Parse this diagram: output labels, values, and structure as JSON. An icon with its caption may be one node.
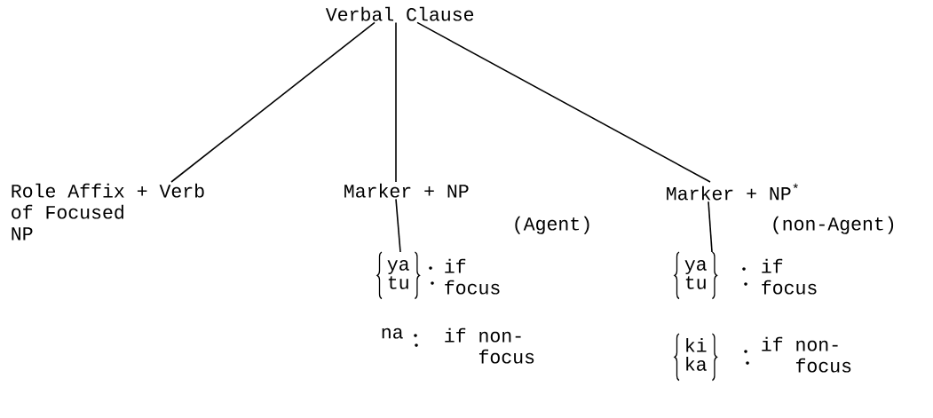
{
  "diagram": {
    "nodes": [
      {
        "text": [
          "Verbal Clause"
        ]
      },
      {
        "text": [
          "Role Affix + Verb of Focused NP"
        ]
      },
      {
        "text": [
          "Marker + NP"
        ],
        "beside": [
          "(Agent)"
        ]
      },
      {
        "text": [
          "Marker + NP$^{*}$"
        ],
        "beside": [
          "(non-Agent)"
        ]
      },
      {
        "text": [
          "ya",
          "tu"
        ],
        "beside": [
          "if focus"
        ]
      },
      {
        "text": [
          "na"
        ],
        "beside": [
          "if non-focus"
        ]
      },
      {
        "text": [
          "ya",
          "tu"
        ],
        "beside": [
          "if focus"
        ]
      },
      {
        "text": [
          "ki",
          "ka"
        ],
        "beside": [
          "if non-focus"
        ]
      }
    ],
    "edges": [
      {
        "from": 0,
        "to": 1,
        "arrow": "none"
      },
      {
        "from": 0,
        "to": 2,
        "arrow": "none"
      },
      {
        "from": 0,
        "to": 3,
        "arrow": "none"
      },
      {
        "from": 2,
        "to": 4,
        "arrow": "none"
      },
      {
        "from": 3,
        "to": 6,
        "arrow": "none"
      }
    ]
  }
}
